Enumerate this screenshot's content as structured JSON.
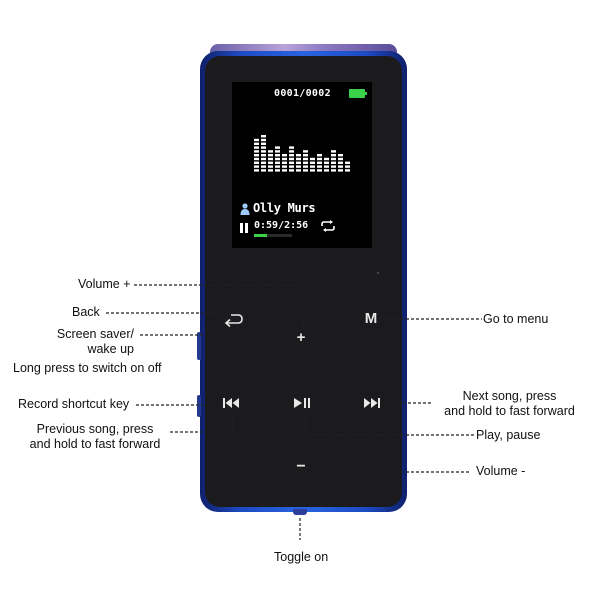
{
  "screen": {
    "track_counter": "0001/0002",
    "artist": "Olly Murs",
    "time": "0:59/2:56",
    "progress": 0.34,
    "equalizer_icon": "equalizer-bars",
    "battery_color": "#3bd04a"
  },
  "keys": {
    "back": "back-arrow-icon",
    "menu": "M",
    "volume_up": "+",
    "previous": "previous-track-icon",
    "play_pause": "play-pause-icon",
    "next": "next-track-icon",
    "volume_down": "−"
  },
  "labels": {
    "volume_plus": "Volume +",
    "back": "Back",
    "screen_saver_line1": "Screen saver/",
    "screen_saver_line2": "wake up",
    "long_press": "Long press to switch on off",
    "record": "Record shortcut key",
    "previous_line1": "Previous song, press",
    "previous_line2": "and hold to fast forward",
    "go_to_menu": "Go to menu",
    "next_line1": "Next song, press",
    "next_line2": "and hold to fast forward",
    "play_pause": "Play, pause",
    "volume_minus": "Volume -",
    "toggle_on": "Toggle on"
  },
  "colors": {
    "device_body": "#1d4cc4",
    "device_face": "#1b1b1e",
    "screen_text": "#ffffff",
    "accent_green": "#3bd04a"
  }
}
